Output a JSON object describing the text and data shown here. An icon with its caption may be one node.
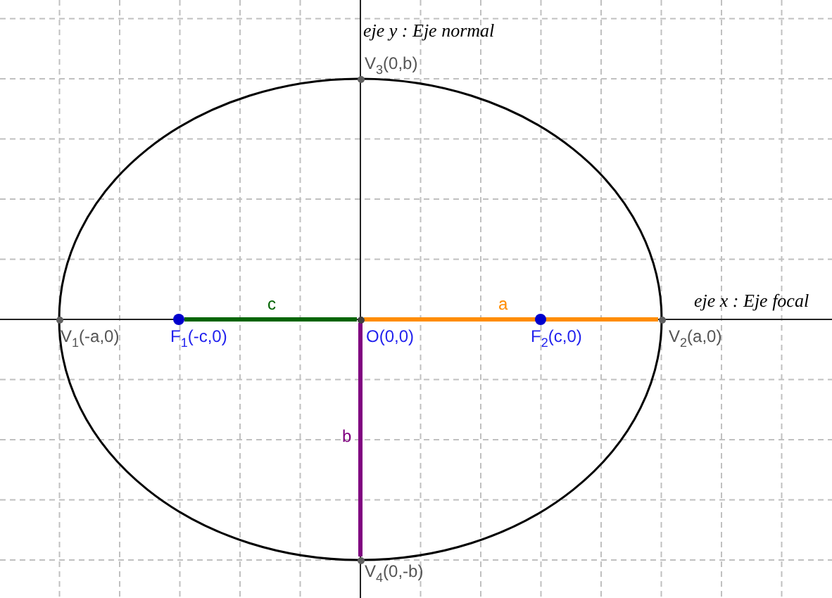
{
  "diagram": {
    "nodes": [
      {
        "text": [
          "V$_{3}$(0,b)"
        ]
      },
      {
        "text": [
          "V$_{1}$(-a,0)"
        ]
      },
      {
        "text": [
          "F$_{1}$(-c,0)"
        ]
      },
      {
        "text": [
          "O(0,0)"
        ]
      },
      {
        "text": [
          "F$_{2}$(c,0)"
        ]
      },
      {
        "text": [
          "V$_{2}$(a,0)"
        ]
      },
      {
        "text": [
          "V$_{4}$(0,-b)"
        ]
      }
    ],
    "edges": [
      {
        "from": 2,
        "to": 3,
        "arrow": "none",
        "label": "c",
        "color": "#006400"
      },
      {
        "from": 3,
        "to": 5,
        "arrow": "none",
        "label": "a",
        "color": "#ff8c00"
      },
      {
        "from": 3,
        "to": 6,
        "arrow": "none",
        "label": "b",
        "color": "#800080"
      }
    ],
    "labels": [
      "eje y : Eje normal",
      "eje x : Eje focal"
    ]
  }
}
